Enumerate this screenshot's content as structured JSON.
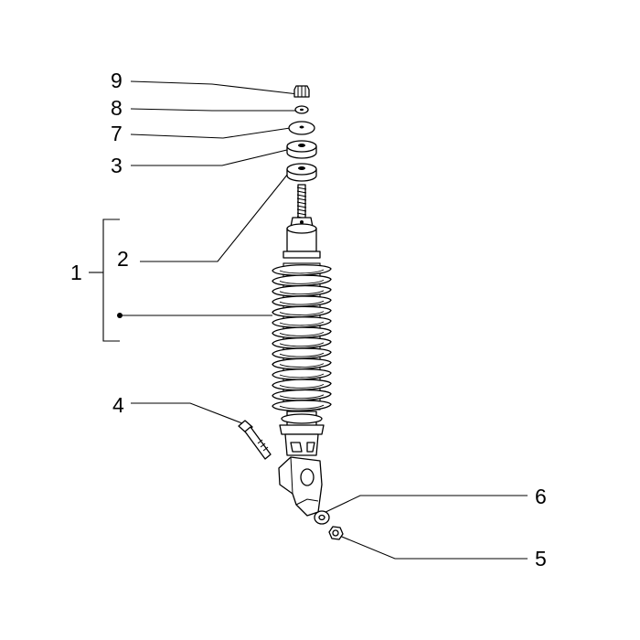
{
  "diagram": {
    "callouts": {
      "c1": "1",
      "c2": "2",
      "c3": "3",
      "c4": "4",
      "c5": "5",
      "c6": "6",
      "c7": "7",
      "c8": "8",
      "c9": "9"
    },
    "ink_color": "#000000",
    "background_color": "#ffffff"
  }
}
